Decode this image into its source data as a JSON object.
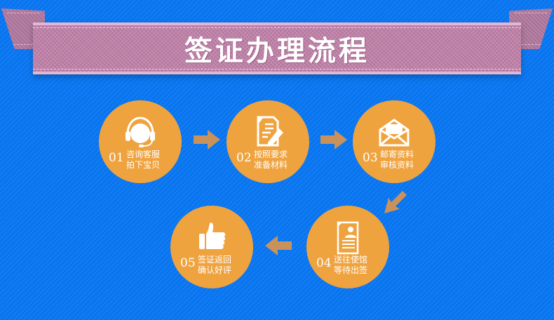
{
  "banner": {
    "title": "签证办理流程",
    "ribbon_color": "#c07fa8",
    "background_color": "#0a78f5"
  },
  "steps": [
    {
      "number": "01",
      "line1": "咨询客服",
      "line2": "拍下宝贝",
      "icon": "headset-icon"
    },
    {
      "number": "02",
      "line1": "按照要求",
      "line2": "准备材料",
      "icon": "document-pen-icon"
    },
    {
      "number": "03",
      "line1": "邮寄资料",
      "line2": "审核资料",
      "icon": "envelope-icon"
    },
    {
      "number": "04",
      "line1": "送往使馆",
      "line2": "等待出签",
      "icon": "resume-document-icon"
    },
    {
      "number": "05",
      "line1": "签证返回",
      "line2": "确认好评",
      "icon": "thumbs-up-icon"
    }
  ],
  "colors": {
    "circle": "#efa33f",
    "arrow": "#c9925a"
  }
}
